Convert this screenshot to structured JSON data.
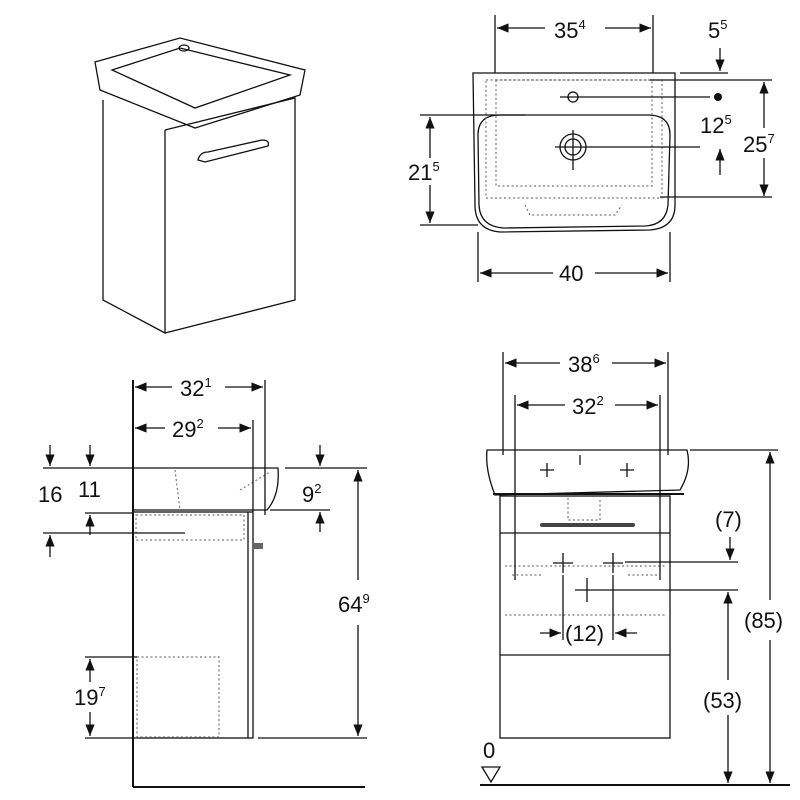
{
  "colors": {
    "line": "#111111",
    "hidden": "#777777",
    "background": "#ffffff"
  },
  "plan_view": {
    "width_overall": {
      "main": "40",
      "sup": ""
    },
    "tap_spacing": {
      "main": "35",
      "sup": "4"
    },
    "rim_offset": {
      "main": "5",
      "sup": "5"
    },
    "tap_to_drain": {
      "main": "12",
      "sup": "5"
    },
    "depth_overall": {
      "main": "25",
      "sup": "7"
    },
    "bowl_depth": {
      "main": "21",
      "sup": "5"
    }
  },
  "side_view": {
    "cabinet_depth": {
      "main": "32",
      "sup": "1"
    },
    "inner_depth": {
      "main": "29",
      "sup": "2"
    },
    "dim_16": {
      "main": "16",
      "sup": ""
    },
    "dim_11": {
      "main": "11",
      "sup": ""
    },
    "basin_height": {
      "main": "9",
      "sup": "2"
    },
    "total_height": {
      "main": "64",
      "sup": "9"
    },
    "shelf_height": {
      "main": "19",
      "sup": "7"
    }
  },
  "front_view": {
    "basin_width": {
      "main": "38",
      "sup": "6"
    },
    "cabinet_width": {
      "main": "32",
      "sup": "2"
    },
    "dim_7": "(7)",
    "dim_12": "(12)",
    "dim_85": "(85)",
    "dim_53": "(53)",
    "floor_level": "0"
  }
}
